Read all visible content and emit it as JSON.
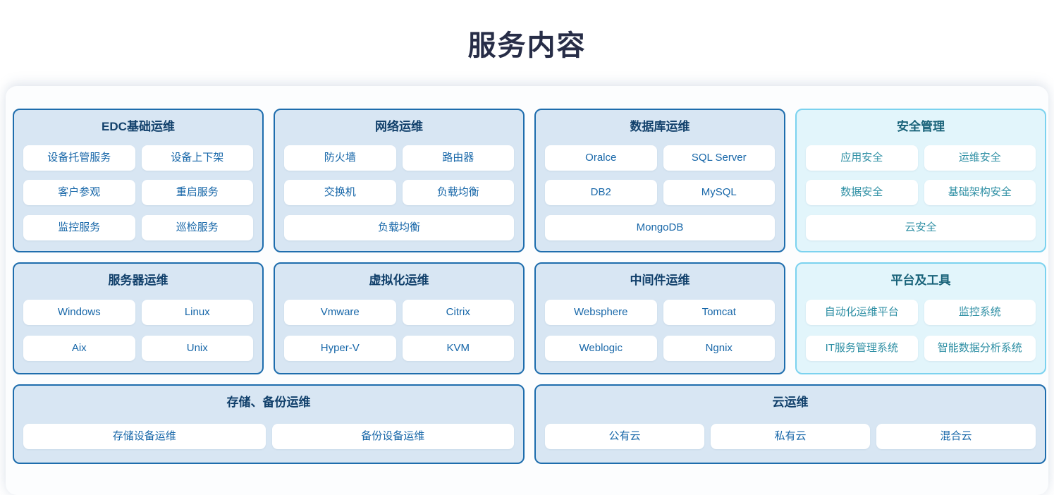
{
  "page": {
    "title": "服务内容"
  },
  "theme": {
    "blue": {
      "card_bg": "#d8e6f3",
      "card_border": "#1e6dad",
      "title_color": "#11406b",
      "item_color": "#1666a8"
    },
    "teal": {
      "card_bg": "#e2f5fb",
      "card_border": "#7bd2ef",
      "title_color": "#186279",
      "item_color": "#2e8fa4"
    },
    "page_title_color": "#272d47",
    "panel_bg": "#fcfdfe",
    "pill_bg": "#ffffff"
  },
  "cards": [
    {
      "title": "EDC基础运维",
      "theme": "blue",
      "rows": [
        [
          "设备托管服务",
          "设备上下架"
        ],
        [
          "客户参观",
          "重启服务"
        ],
        [
          "监控服务",
          "巡检服务"
        ]
      ]
    },
    {
      "title": "网络运维",
      "theme": "blue",
      "rows": [
        [
          "防火墙",
          "路由器"
        ],
        [
          "交换机",
          "负载均衡"
        ],
        [
          "负载均衡"
        ]
      ]
    },
    {
      "title": "数据库运维",
      "theme": "blue",
      "rows": [
        [
          "Oralce",
          "SQL Server"
        ],
        [
          "DB2",
          "MySQL"
        ],
        [
          "MongoDB"
        ]
      ]
    },
    {
      "title": "安全管理",
      "theme": "teal",
      "rows": [
        [
          "应用安全",
          "运维安全"
        ],
        [
          "数据安全",
          "基础架构安全"
        ],
        [
          "云安全"
        ]
      ]
    },
    {
      "title": "服务器运维",
      "theme": "blue",
      "rows": [
        [
          "Windows",
          "Linux"
        ],
        [
          "Aix",
          "Unix"
        ]
      ]
    },
    {
      "title": "虚拟化运维",
      "theme": "blue",
      "rows": [
        [
          "Vmware",
          "Citrix"
        ],
        [
          "Hyper-V",
          "KVM"
        ]
      ]
    },
    {
      "title": "中间件运维",
      "theme": "blue",
      "rows": [
        [
          "Websphere",
          "Tomcat"
        ],
        [
          "Weblogic",
          "Ngnix"
        ]
      ]
    },
    {
      "title": "平台及工具",
      "theme": "teal",
      "rows": [
        [
          "自动化运维平台",
          "监控系统"
        ],
        [
          "IT服务管理系统",
          "智能数据分析系统"
        ]
      ]
    },
    {
      "title": "存储、备份运维",
      "theme": "blue",
      "span": 2,
      "rows": [
        [
          "存储设备运维",
          "备份设备运维"
        ]
      ]
    },
    {
      "title": "云运维",
      "theme": "blue",
      "span": 2,
      "rows": [
        [
          "公有云",
          "私有云",
          "混合云"
        ]
      ]
    }
  ]
}
